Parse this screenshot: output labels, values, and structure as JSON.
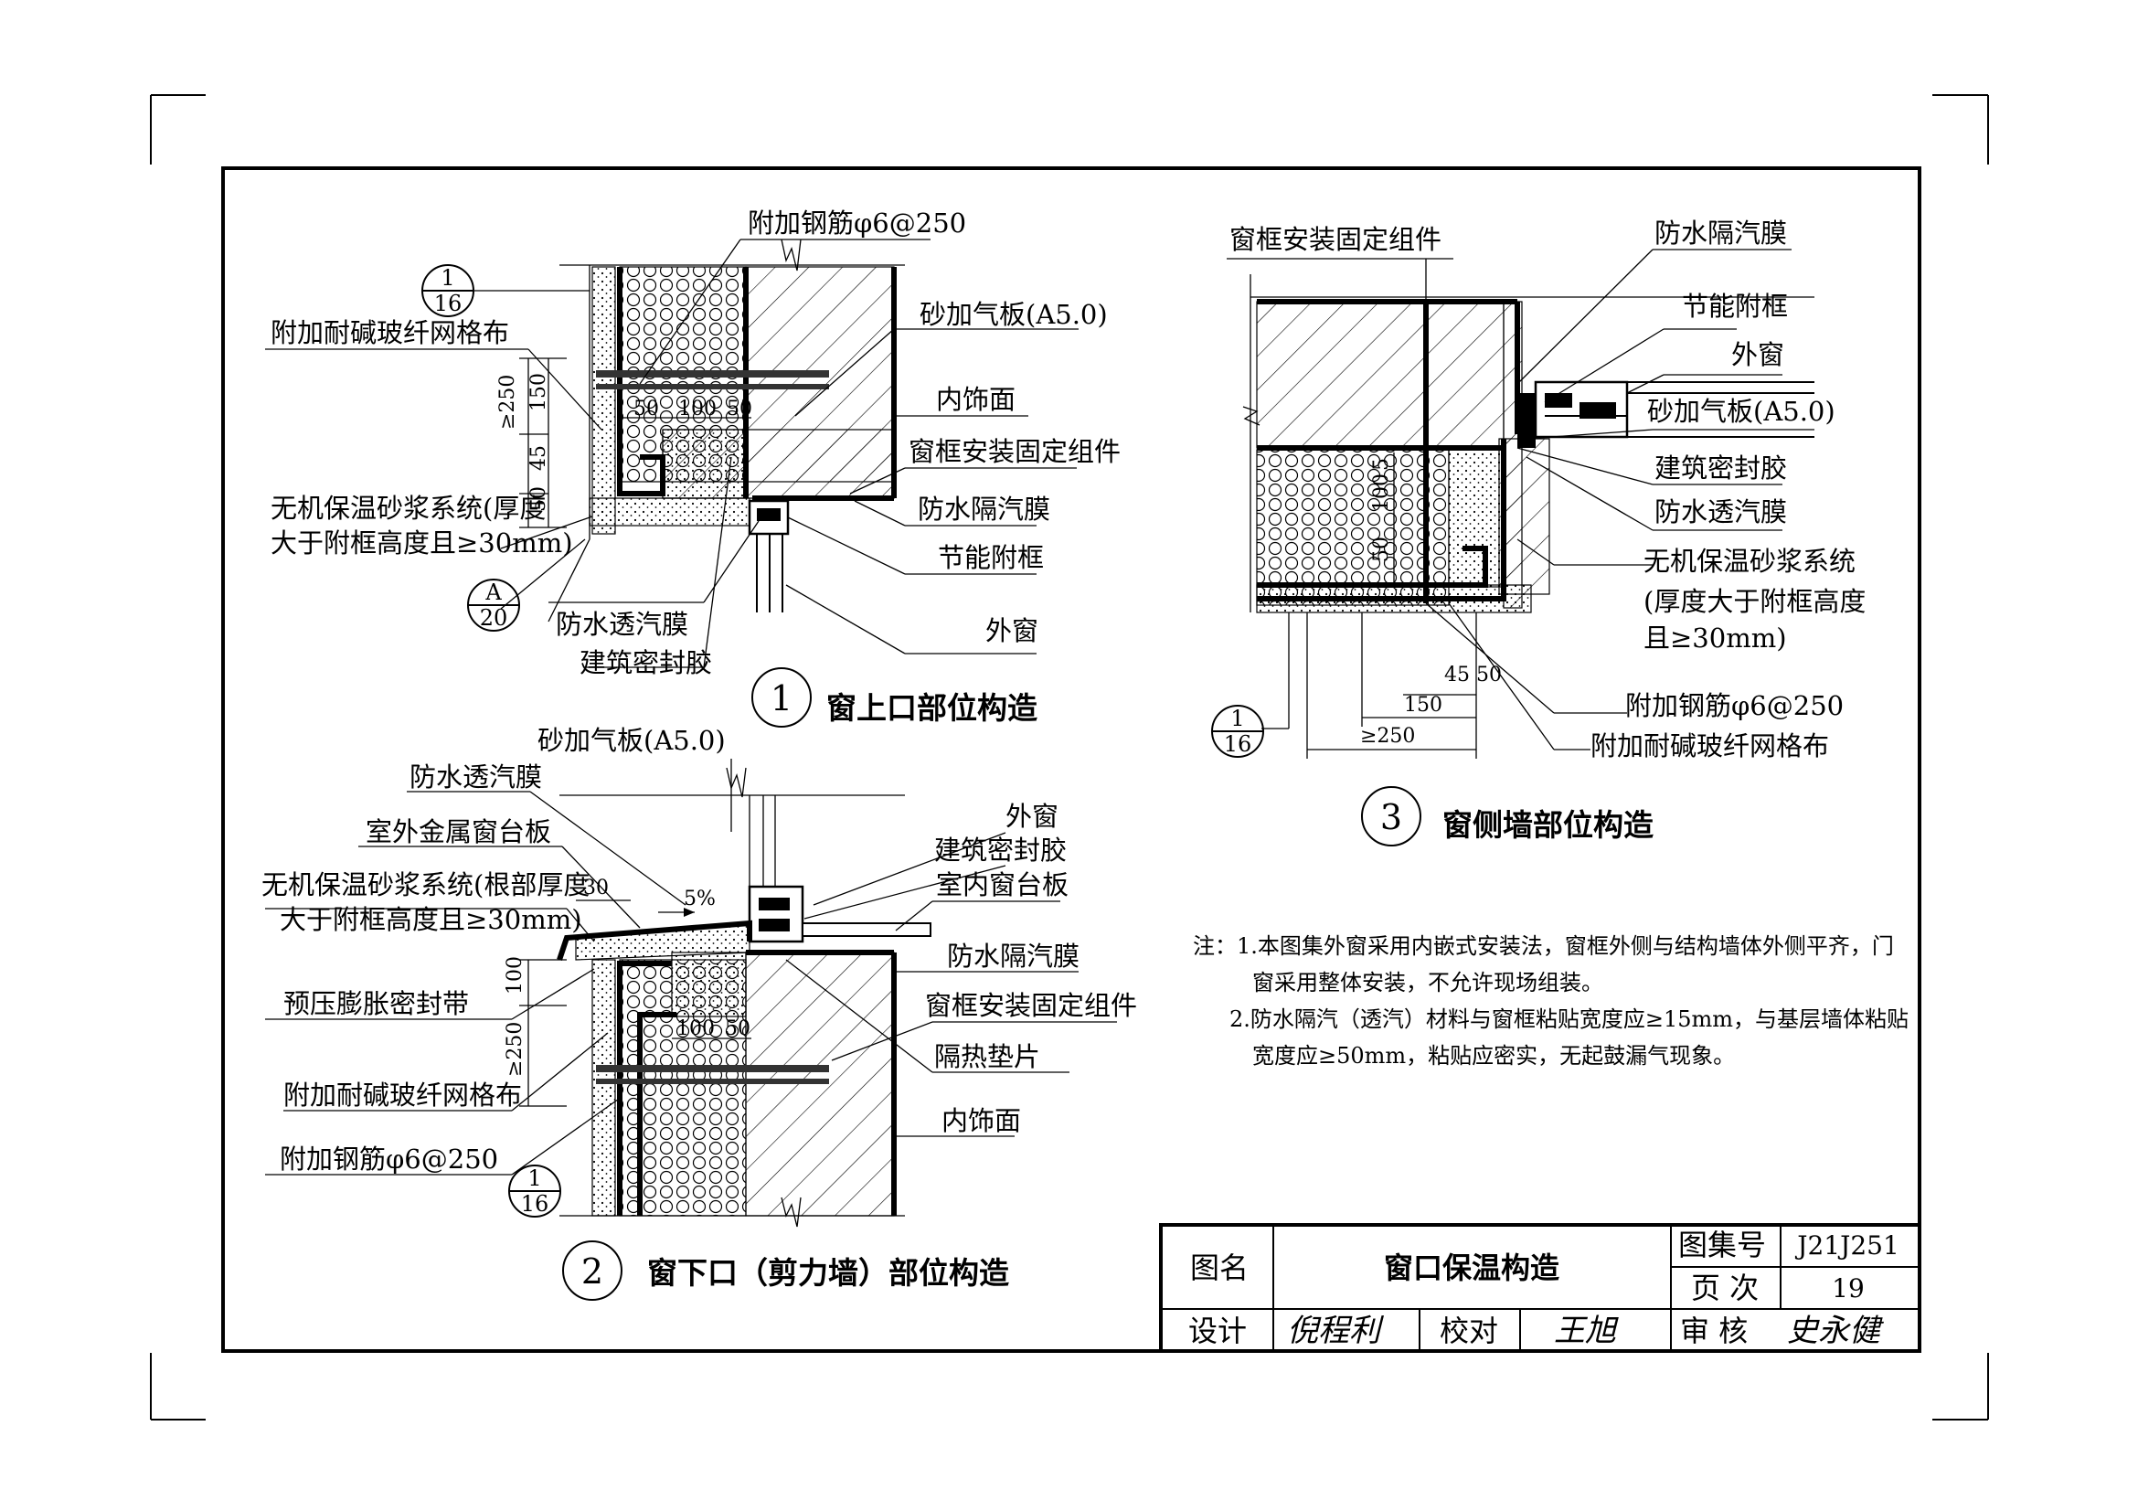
{
  "diagram": {
    "detail1": {
      "number": "1",
      "title": "窗上口部位构造",
      "labels": {
        "rebar": "附加钢筋φ6@250",
        "aac_board": "砂加气板(A5.0)",
        "interior_finish": "内饰面",
        "frame_fixing": "窗框安装固定组件",
        "vapor_barrier": "防水隔汽膜",
        "energy_subframe": "节能附框",
        "outer_window": "外窗",
        "mesh": "附加耐碱玻纤网格布",
        "insulation_line1": "无机保温砂浆系统(厚度",
        "insulation_line2": "大于附框高度且≥30mm)",
        "breathable_membrane": "防水透汽膜",
        "sealant": "建筑密封胶"
      },
      "dims": {
        "d250": "≥250",
        "d150": "150",
        "d45": "45",
        "d50": "50",
        "h50a": "50",
        "h100": "100",
        "h50b": "50"
      },
      "refs": [
        {
          "top": "1",
          "bottom": "16"
        },
        {
          "top": "A",
          "bottom": "20"
        }
      ]
    },
    "detail2": {
      "number": "2",
      "title": "窗下口（剪力墙）部位构造",
      "labels": {
        "aac_board": "砂加气板(A5.0)",
        "breathable_membrane": "防水透汽膜",
        "metal_sill": "室外金属窗台板",
        "insulation_line1": "无机保温砂浆系统(根部厚度",
        "insulation_line2": "大于附框高度且≥30mm)",
        "expanding_tape": "预压膨胀密封带",
        "mesh": "附加耐碱玻纤网格布",
        "rebar": "附加钢筋φ6@250",
        "outer_window": "外窗",
        "sealant": "建筑密封胶",
        "indoor_sill": "室内窗台板",
        "vapor_barrier": "防水隔汽膜",
        "frame_fixing": "窗框安装固定组件",
        "thermal_pad": "隔热垫片",
        "interior_finish": "内饰面"
      },
      "dims": {
        "d30": "30",
        "slope": "5%",
        "d100v": "100",
        "d250": "≥250",
        "h100": "100",
        "h50": "50"
      },
      "refs": [
        {
          "top": "1",
          "bottom": "16"
        }
      ]
    },
    "detail3": {
      "number": "3",
      "title": "窗侧墙部位构造",
      "labels": {
        "frame_fixing": "窗框安装固定组件",
        "vapor_barrier": "防水隔汽膜",
        "energy_subframe": "节能附框",
        "outer_window": "外窗",
        "aac_board": "砂加气板(A5.0)",
        "sealant": "建筑密封胶",
        "breathable_membrane": "防水透汽膜",
        "insulation_line1": "无机保温砂浆系统",
        "insulation_line2": "(厚度大于附框高度",
        "insulation_line3": "且≥30mm)",
        "rebar": "附加钢筋φ6@250",
        "mesh": "附加耐碱玻纤网格布"
      },
      "dims": {
        "d45": "45",
        "d50": "50",
        "d150": "150",
        "d250": "≥250",
        "v50": "50",
        "v100": "100",
        "v5": "5"
      },
      "refs": [
        {
          "top": "1",
          "bottom": "16"
        }
      ]
    }
  },
  "notes": {
    "line1": "注：1.本图集外窗采用内嵌式安装法，窗框外侧与结构墙体外侧平齐，门",
    "line2": "窗采用整体安装，不允许现场组装。",
    "line3": "2.防水隔汽（透汽）材料与窗框粘贴宽度应≥15mm，与基层墙体粘贴",
    "line4": "宽度应≥50mm，粘贴应密实，无起鼓漏气现象。"
  },
  "title_block": {
    "drawing_name_label": "图名",
    "drawing_name": "窗口保温构造",
    "atlas_no_label": "图集号",
    "atlas_no": "J21J251",
    "page_label": "页 次",
    "page": "19",
    "design_label": "设计",
    "design_sig": "倪程利",
    "check_label": "校对",
    "check_sig": "王旭",
    "review_label": "审 核",
    "review_sig": "史永健"
  }
}
